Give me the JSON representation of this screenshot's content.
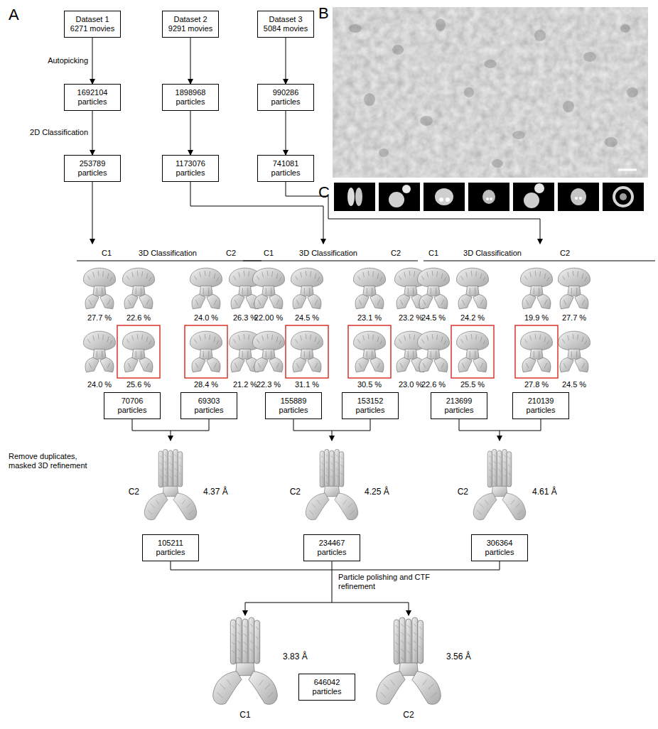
{
  "diagram": {
    "nodes": [
      {
        "text": [
          "Dataset 1 6271 movies"
        ]
      },
      {
        "text": [
          "Dataset 2 9291 movies"
        ]
      },
      {
        "text": [
          "Dataset 3 5084 movies"
        ]
      },
      {
        "text": [
          "1692104 particles"
        ]
      },
      {
        "text": [
          "1898968 particles"
        ]
      },
      {
        "text": [
          "990286 particles"
        ]
      },
      {
        "text": [
          "253789 particles"
        ]
      },
      {
        "text": [
          "1173076 particles"
        ]
      },
      {
        "text": [
          "741081 particles"
        ]
      },
      {
        "text": [
          "70706 particles"
        ]
      },
      {
        "text": [
          "69303 particles"
        ]
      },
      {
        "text": [
          "155889 particles"
        ]
      },
      {
        "text": [
          "153152 particles"
        ]
      },
      {
        "text": [
          "213699 particles"
        ]
      },
      {
        "text": [
          "210139 particles"
        ]
      },
      {
        "text": [
          "105211 particles"
        ]
      },
      {
        "text": [
          "234467 particles"
        ]
      },
      {
        "text": [
          "306364 particles"
        ]
      },
      {
        "text": [
          "646042 particles"
        ]
      }
    ],
    "edges": [
      {
        "from": 0,
        "to": 3,
        "arrow": "to",
        "label": "Autopicking"
      },
      {
        "from": 3,
        "to": 6,
        "arrow": "to",
        "label": "2D Classification"
      },
      {
        "from": 1,
        "to": 4,
        "arrow": "to"
      },
      {
        "from": 4,
        "to": 7,
        "arrow": "to"
      },
      {
        "from": 2,
        "to": 5,
        "arrow": "to"
      },
      {
        "from": 5,
        "to": 8,
        "arrow": "to"
      }
    ],
    "labels": [
      "A",
      "B",
      "C",
      "C1",
      "3D Classification",
      "C2",
      "27.7 %",
      "22.6 %",
      "24.0 %",
      "26.3 %",
      "24.0 %",
      "25.6 %",
      "28.4 %",
      "21.2 %",
      "C1",
      "3D Classification",
      "C2",
      "22.00 %",
      "24.5 %",
      "23.1 %",
      "23.2 %",
      "22.3 %",
      "31.1 %",
      "30.5 %",
      "23.0 %",
      "C1",
      "3D Classification",
      "C2",
      "24.5 %",
      "24.2 %",
      "19.9 %",
      "27.7 %",
      "22.6 %",
      "25.5 %",
      "27.8 %",
      "24.5 %",
      "Remove duplicates, masked 3D refinement",
      "C2",
      "4.37 Å",
      "C2",
      "4.25 Å",
      "C2",
      "4.61 Å",
      "Particle polishing and CTF refinement",
      "3.83 Å",
      "3.56 Å",
      "C1",
      "C2"
    ]
  }
}
